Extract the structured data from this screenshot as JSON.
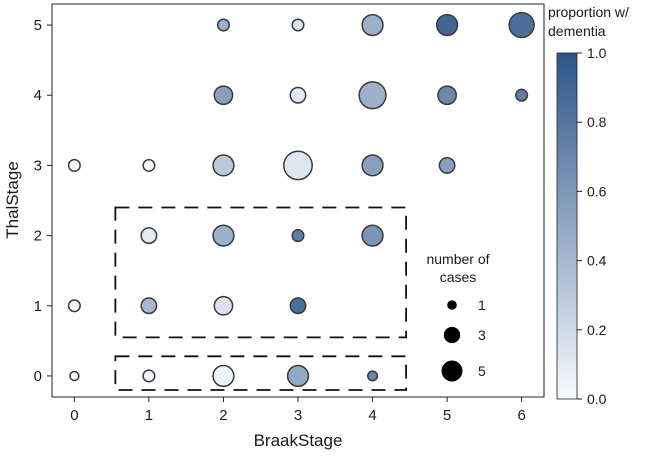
{
  "chart_data": {
    "type": "scatter",
    "title": "",
    "xlabel": "BraakStage",
    "ylabel": "ThalStage",
    "x_ticks": [
      "0",
      "1",
      "2",
      "3",
      "4",
      "5",
      "6"
    ],
    "y_ticks": [
      "0",
      "1",
      "2",
      "3",
      "4",
      "5"
    ],
    "xlim": [
      -0.3,
      6.3
    ],
    "ylim": [
      -0.3,
      5.3
    ],
    "grid": false,
    "colorbar": {
      "title_line1": "proportion w/",
      "title_line2": "dementia",
      "min": 0.0,
      "max": 1.0,
      "ticks": [
        "0.0",
        "0.2",
        "0.4",
        "0.6",
        "0.8",
        "1.0"
      ],
      "color_low": "#f7fbff",
      "color_high": "#2d5588"
    },
    "size_legend": {
      "title_line1": "number of",
      "title_line2": "cases",
      "entries": [
        {
          "label": "1",
          "cases": 1
        },
        {
          "label": "3",
          "cases": 3
        },
        {
          "label": "5",
          "cases": 5
        }
      ]
    },
    "highlight_boxes": [
      {
        "x_range": [
          0.55,
          4.45
        ],
        "y_range": [
          0.55,
          2.4
        ]
      },
      {
        "x_range": [
          0.55,
          4.45
        ],
        "y_range": [
          -0.2,
          0.28
        ]
      }
    ],
    "points": [
      {
        "x": 2,
        "y": 5,
        "cases": 1,
        "proportion": 0.45
      },
      {
        "x": 3,
        "y": 5,
        "cases": 1,
        "proportion": 0.15
      },
      {
        "x": 4,
        "y": 5,
        "cases": 4,
        "proportion": 0.45
      },
      {
        "x": 5,
        "y": 5,
        "cases": 4,
        "proportion": 0.9
      },
      {
        "x": 6,
        "y": 5,
        "cases": 6,
        "proportion": 0.85
      },
      {
        "x": 2,
        "y": 4,
        "cases": 3,
        "proportion": 0.55
      },
      {
        "x": 3,
        "y": 4,
        "cases": 2,
        "proportion": 0.1
      },
      {
        "x": 4,
        "y": 4,
        "cases": 7,
        "proportion": 0.45
      },
      {
        "x": 5,
        "y": 4,
        "cases": 3,
        "proportion": 0.7
      },
      {
        "x": 6,
        "y": 4,
        "cases": 1,
        "proportion": 0.75
      },
      {
        "x": 0,
        "y": 3,
        "cases": 1,
        "proportion": 0.0
      },
      {
        "x": 1,
        "y": 3,
        "cases": 1,
        "proportion": 0.0
      },
      {
        "x": 2,
        "y": 3,
        "cases": 4,
        "proportion": 0.3
      },
      {
        "x": 3,
        "y": 3,
        "cases": 8,
        "proportion": 0.12
      },
      {
        "x": 4,
        "y": 3,
        "cases": 4,
        "proportion": 0.55
      },
      {
        "x": 5,
        "y": 3,
        "cases": 2,
        "proportion": 0.55
      },
      {
        "x": 1,
        "y": 2,
        "cases": 2,
        "proportion": 0.1
      },
      {
        "x": 2,
        "y": 2,
        "cases": 4,
        "proportion": 0.45
      },
      {
        "x": 3,
        "y": 2,
        "cases": 1,
        "proportion": 0.75
      },
      {
        "x": 4,
        "y": 2,
        "cases": 4,
        "proportion": 0.62
      },
      {
        "x": 0,
        "y": 1,
        "cases": 1,
        "proportion": 0.0
      },
      {
        "x": 1,
        "y": 1,
        "cases": 2,
        "proportion": 0.4
      },
      {
        "x": 2,
        "y": 1,
        "cases": 3,
        "proportion": 0.15
      },
      {
        "x": 3,
        "y": 1,
        "cases": 2,
        "proportion": 0.85
      },
      {
        "x": 0,
        "y": 0,
        "cases": 0.5,
        "proportion": 0.0
      },
      {
        "x": 1,
        "y": 0,
        "cases": 1,
        "proportion": 0.0
      },
      {
        "x": 2,
        "y": 0,
        "cases": 4,
        "proportion": 0.05
      },
      {
        "x": 3,
        "y": 0,
        "cases": 4,
        "proportion": 0.5
      },
      {
        "x": 4,
        "y": 0,
        "cases": 0.6,
        "proportion": 0.7
      }
    ]
  }
}
